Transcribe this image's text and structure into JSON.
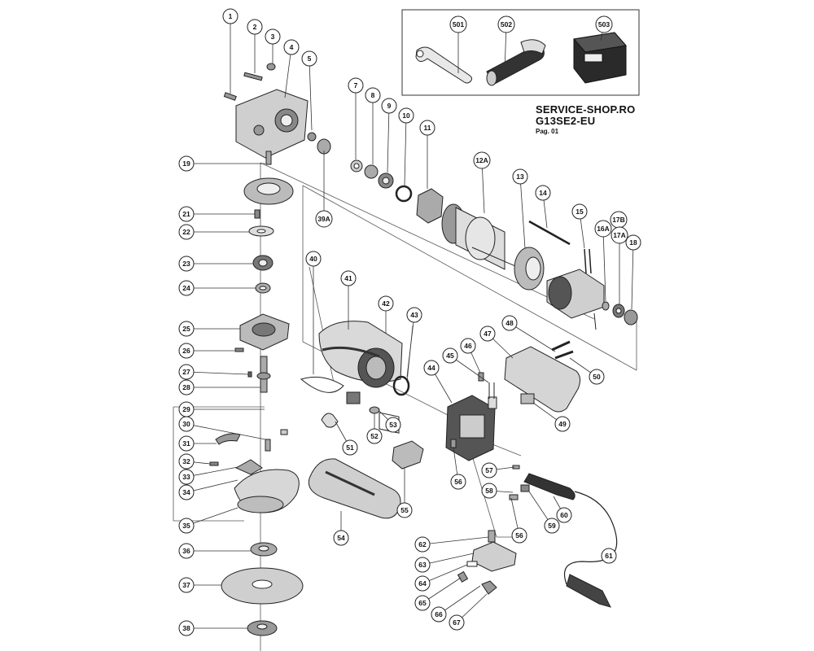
{
  "header": {
    "shop": "SERVICE-SHOP.RO",
    "model": "G13SE2-EU",
    "page": "Pag. 01"
  },
  "accessory_labels": [
    "501",
    "502",
    "503"
  ],
  "part_labels": [
    "1",
    "2",
    "3",
    "4",
    "5",
    "7",
    "8",
    "9",
    "10",
    "11",
    "12A",
    "13",
    "14",
    "15",
    "16A",
    "17B",
    "17A",
    "18",
    "19",
    "21",
    "22",
    "23",
    "24",
    "25",
    "26",
    "27",
    "28",
    "29",
    "30",
    "31",
    "32",
    "33",
    "34",
    "35",
    "36",
    "37",
    "38",
    "39A",
    "40",
    "41",
    "42",
    "43",
    "44",
    "45",
    "46",
    "47",
    "48",
    "49",
    "50",
    "51",
    "52",
    "53",
    "54",
    "55",
    "56",
    "57",
    "58",
    "59",
    "60",
    "61",
    "62",
    "63",
    "64",
    "65",
    "66",
    "67"
  ]
}
